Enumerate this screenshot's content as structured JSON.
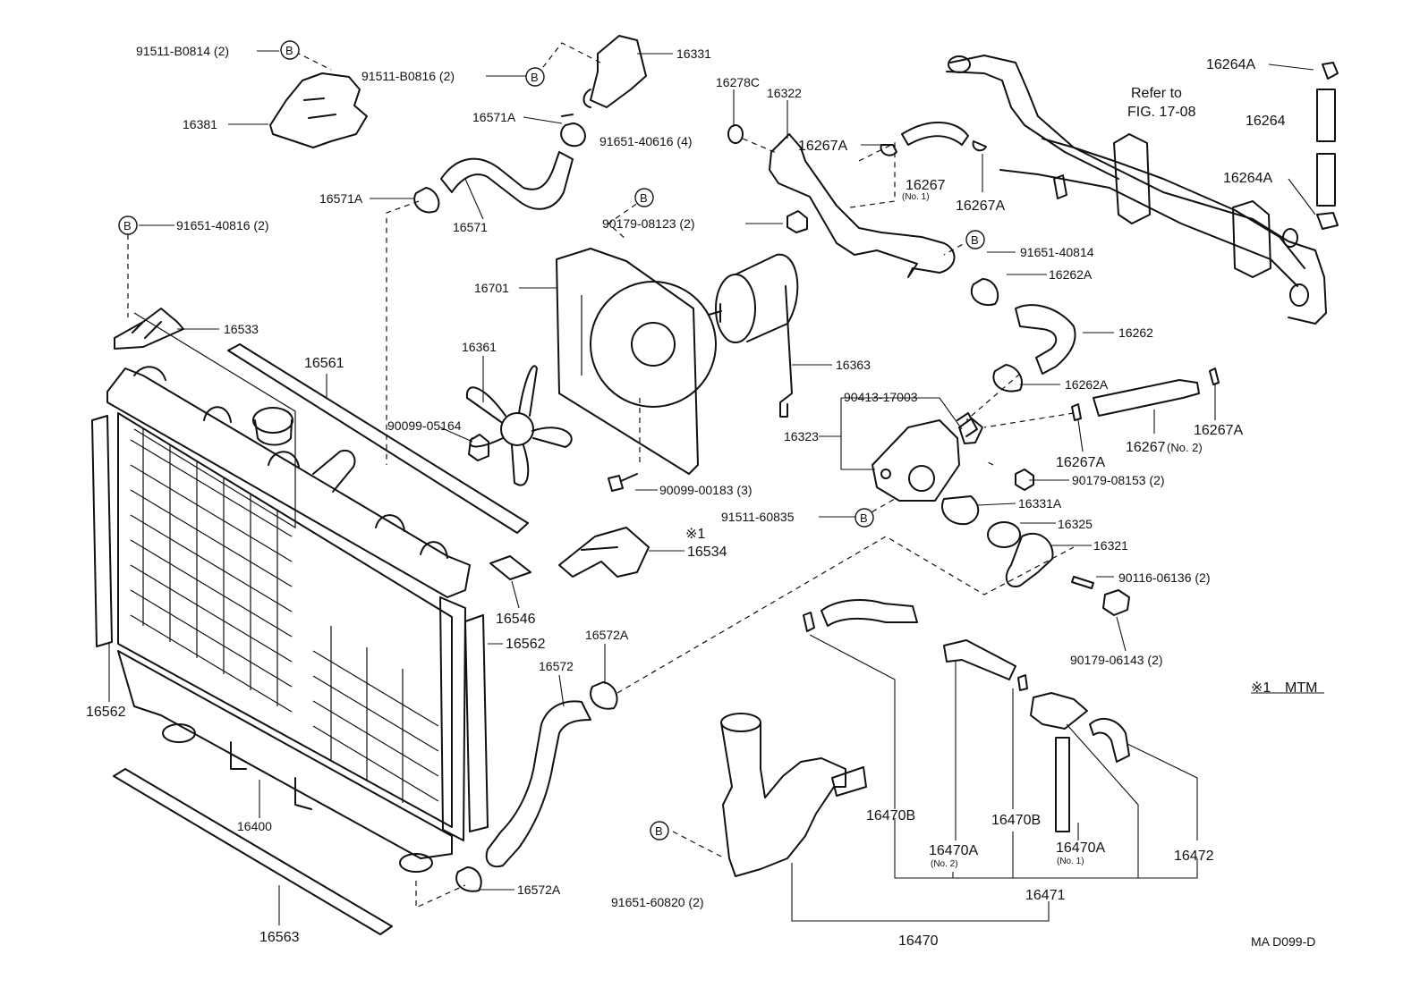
{
  "diagram": {
    "code": "MA D099-D",
    "note_mark": "※1",
    "note_text": "MTM",
    "refer_line1": "Refer to",
    "refer_line2": "FIG. 17-08",
    "bolt_symbol": "B",
    "labels": {
      "p91511_b0814": "91511-B0814 (2)",
      "p91511_b0816": "91511-B0816 (2)",
      "p16331": "16331",
      "p16381": "16381",
      "p16571a_top": "16571A",
      "p16571a_left": "16571A",
      "p16571": "16571",
      "p91651_40616": "91651-40616 (4)",
      "p16278c": "16278C",
      "p16322": "16322",
      "p16267a_1": "16267A",
      "p16267_no1": "16267",
      "p16267_no1_sub": "(No. 1)",
      "p16267a_2": "16267A",
      "p90179_08123": "90179-08123 (2)",
      "p91651_40814": "91651-40814",
      "p16262a_top": "16262A",
      "p16262": "16262",
      "p16264a_top": "16264A",
      "p16264": "16264",
      "p16264a_mid": "16264A",
      "p91651_40816": "91651-40816 (2)",
      "p16533": "16533",
      "p16701": "16701",
      "p16361": "16361",
      "p16363": "16363",
      "p16561": "16561",
      "p90099_05164": "90099-05164",
      "p90413_17003": "90413-17003",
      "p16323": "16323",
      "p16262a_low": "16262A",
      "p16267a_3": "16267A",
      "p16267_no2": "16267",
      "p16267_no2_sub": "(No. 2)",
      "p16267a_4": "16267A",
      "p90179_08153": "90179-08153 (2)",
      "p90099_00183": "90099-00183 (3)",
      "p16331a": "16331A",
      "p91511_60835": "91511-60835",
      "p16325": "16325",
      "p16321": "16321",
      "p16534": "16534",
      "p16546": "16546",
      "p16562_right": "16562",
      "p16572a_top": "16572A",
      "p16572": "16572",
      "p90116_06136": "90116-06136 (2)",
      "p90179_06143": "90179-06143 (2)",
      "p16562_left": "16562",
      "p16400": "16400",
      "p16470b_1": "16470B",
      "p16470b_2": "16470B",
      "p16470a_no2": "16470A",
      "p16470a_no2_sub": "(No. 2)",
      "p16470a_no1": "16470A",
      "p16470a_no1_sub": "(No. 1)",
      "p16472": "16472",
      "p16471": "16471",
      "p16572a_low": "16572A",
      "p91651_60820": "91651-60820 (2)",
      "p16563": "16563",
      "p16470": "16470"
    }
  }
}
